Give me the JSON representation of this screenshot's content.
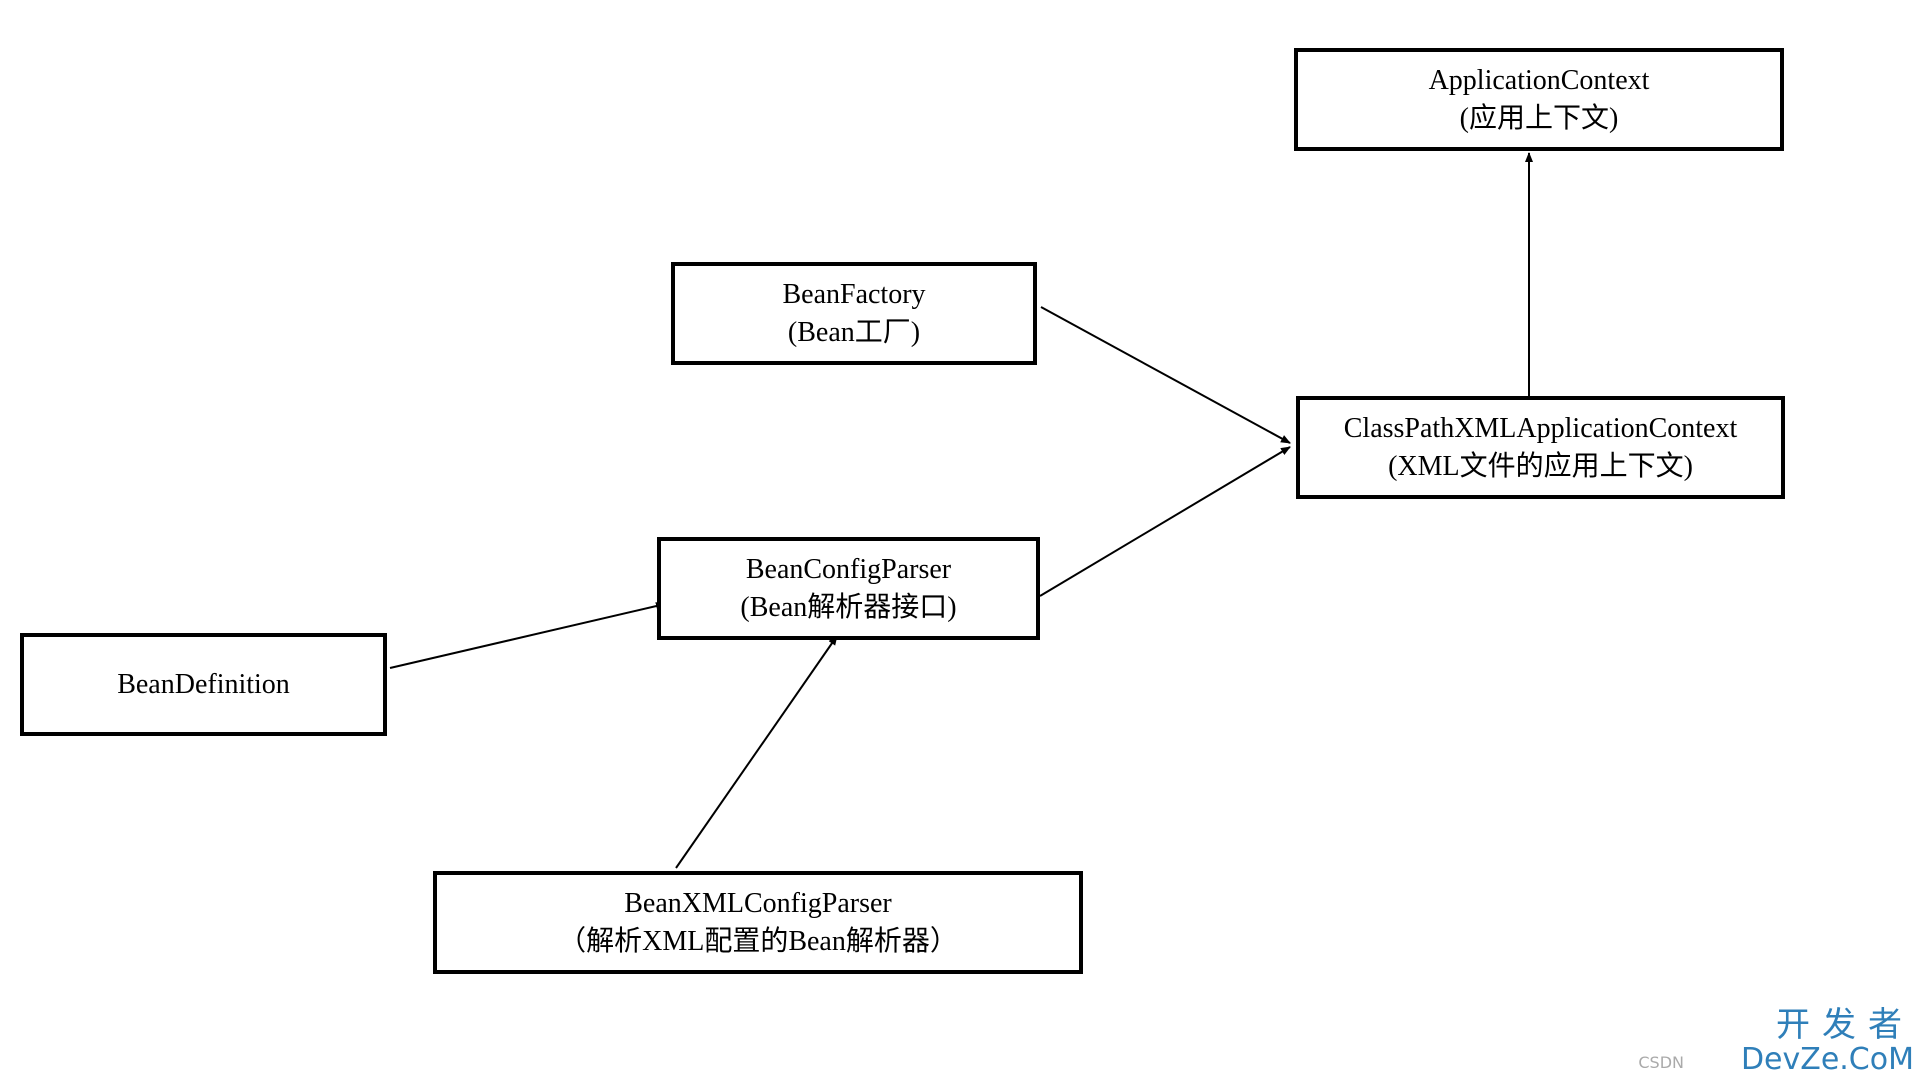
{
  "nodes": {
    "application_context": {
      "title": "ApplicationContext",
      "subtitle": "(应用上下文)"
    },
    "bean_factory": {
      "title": "BeanFactory",
      "subtitle": "(Bean工厂)"
    },
    "classpath_xml_application_context": {
      "title": "ClassPathXMLApplicationContext",
      "subtitle": "(XML文件的应用上下文)"
    },
    "bean_config_parser": {
      "title": "BeanConfigParser",
      "subtitle": "(Bean解析器接口)"
    },
    "bean_definition": {
      "title": "BeanDefinition"
    },
    "bean_xml_config_parser": {
      "title": "BeanXMLConfigParser",
      "subtitle": "（解析XML配置的Bean解析器）"
    }
  },
  "edges": [
    {
      "from": "ClassPathXMLApplicationContext",
      "to": "ApplicationContext"
    },
    {
      "from": "BeanFactory",
      "to": "ClassPathXMLApplicationContext"
    },
    {
      "from": "BeanConfigParser",
      "to": "ClassPathXMLApplicationContext"
    },
    {
      "from": "BeanDefinition",
      "to": "BeanConfigParser"
    },
    {
      "from": "BeanXMLConfigParser",
      "to": "BeanConfigParser"
    }
  ],
  "watermark": {
    "brand_top": "开发者",
    "brand_bottom": "DevZe.CoM",
    "csdn": "CSDN"
  },
  "colors": {
    "line": "#000000",
    "watermark": "#2f7fb9"
  }
}
